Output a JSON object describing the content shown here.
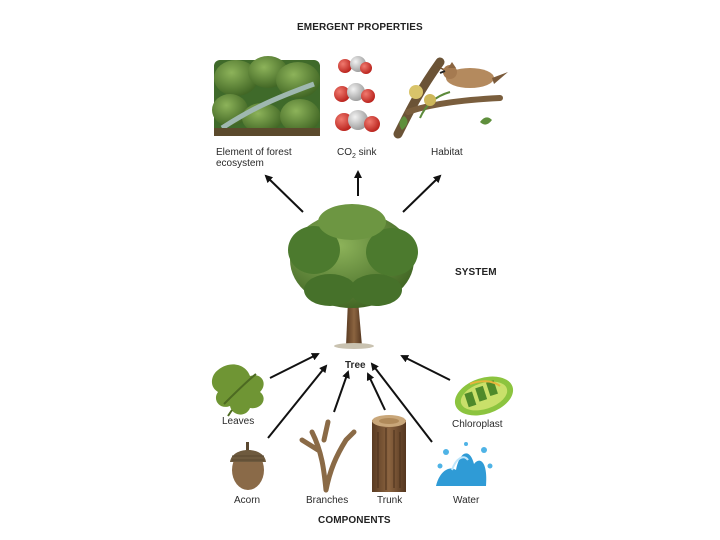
{
  "headings": {
    "emergent": "EMERGENT PROPERTIES",
    "system": "SYSTEM",
    "components": "COMPONENTS"
  },
  "emergent_items": [
    {
      "label": "Element of forest ecosystem",
      "icon": "forest-icon"
    },
    {
      "label_main": "CO",
      "label_sub": "2",
      "label_rest": " sink",
      "icon": "co2-molecule-icon"
    },
    {
      "label": "Habitat",
      "icon": "bird-on-branch-icon"
    }
  ],
  "system": {
    "label": "Tree",
    "icon": "tree-icon"
  },
  "components": [
    {
      "label": "Leaves",
      "icon": "oak-leaf-icon"
    },
    {
      "label": "Chloroplast",
      "icon": "chloroplast-icon"
    },
    {
      "label": "Acorn",
      "icon": "acorn-icon"
    },
    {
      "label": "Branches",
      "icon": "branches-icon"
    },
    {
      "label": "Trunk",
      "icon": "trunk-icon"
    },
    {
      "label": "Water",
      "icon": "water-splash-icon"
    }
  ],
  "colors": {
    "foliage": "#4f7a2f",
    "foliage_light": "#7fa64a",
    "bark": "#6b4a2e",
    "co2_red": "#d9342b",
    "co2_grey": "#b9b9b9",
    "water": "#3aa7de",
    "arrow": "#111111"
  }
}
